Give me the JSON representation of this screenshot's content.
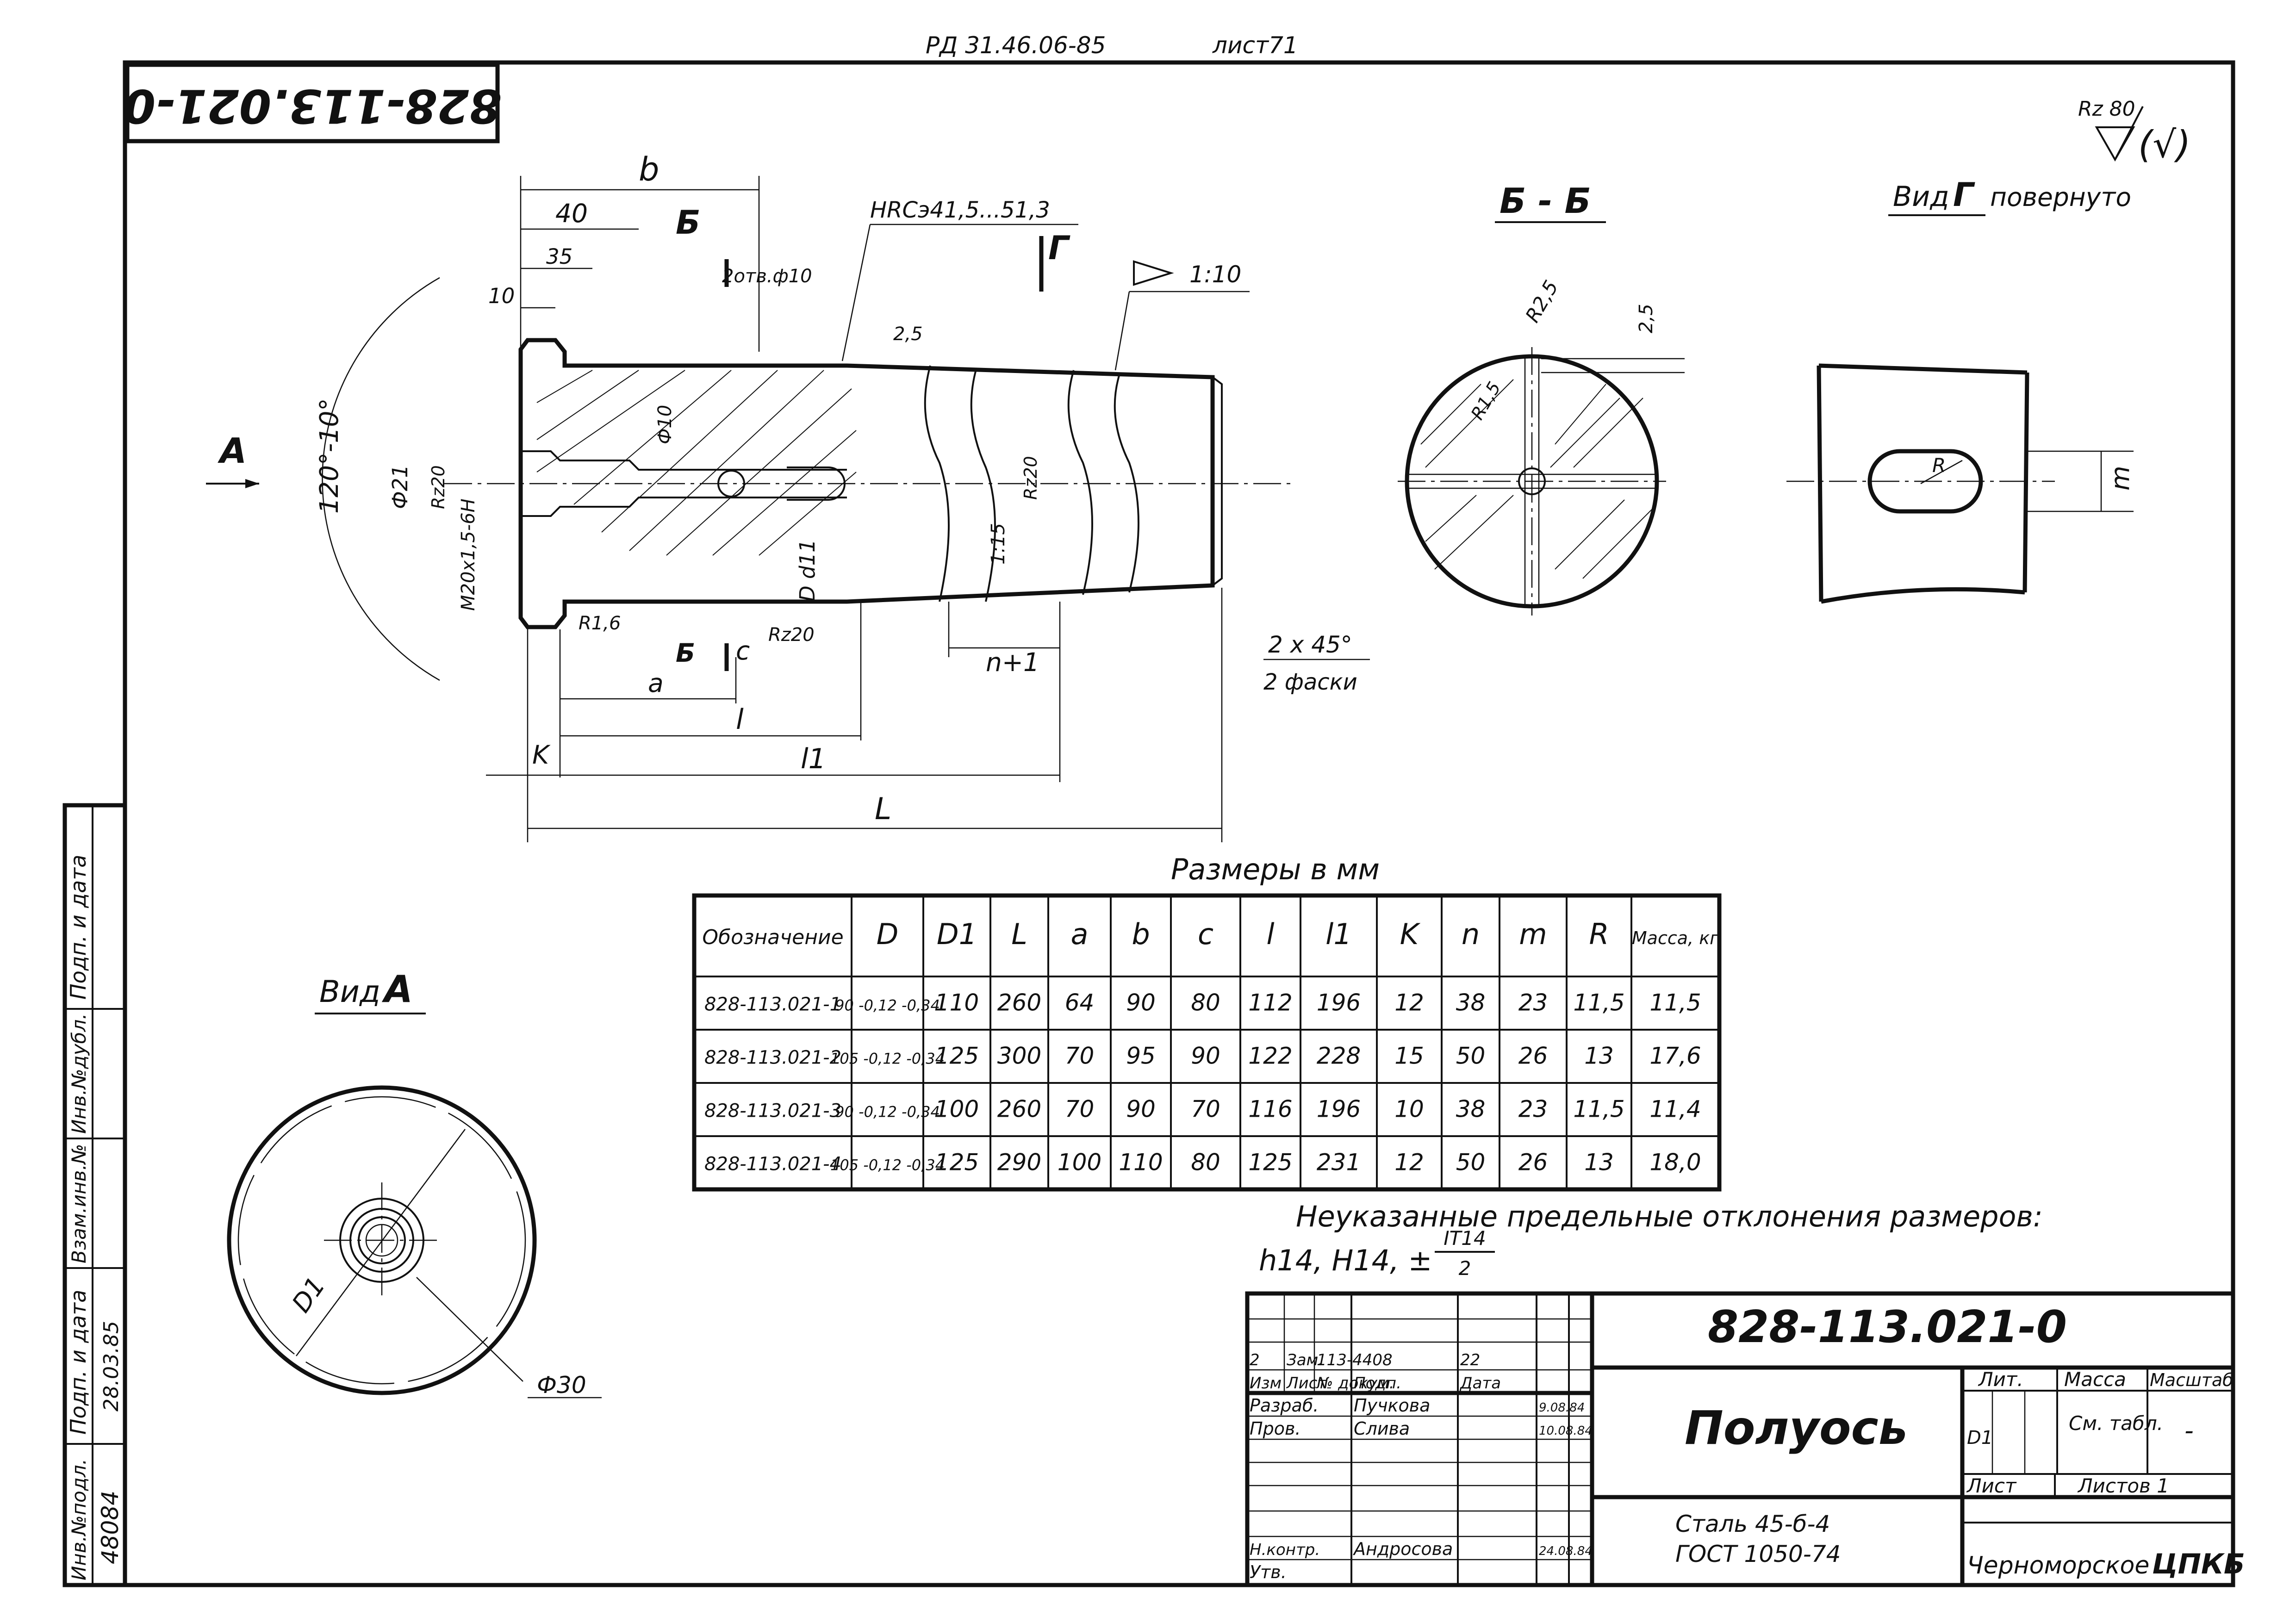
{
  "header": {
    "doc_ref": "РД 31.46.06-85",
    "sheet_ref": "лист71",
    "stamp_code": "828-113.021-0"
  },
  "surface_mark": {
    "roughness": "Rz 80",
    "paren": "(√)"
  },
  "views": {
    "section_title": "Б - Б",
    "view_g_title": "Вид",
    "view_g_letter": "Г",
    "view_g_suffix": "повернуто",
    "view_a_title": "Вид",
    "view_a_letter": "А",
    "arrow_a": "А",
    "arrow_g": "Г",
    "cut_letter_top": "Б",
    "cut_letter_bottom": "Б"
  },
  "annotations": {
    "hardness": "HRCэ41,5...51,3",
    "taper": "1:10",
    "holes": "2отв.ф10",
    "angle": "120°-10°",
    "d21": "Ф21",
    "rz20_a": "Rz20",
    "thread": "M20x1,5-6H",
    "phi10": "Ф10",
    "r16": "R1,6",
    "rz20_b": "Rz20",
    "rz20_c": "Rz20",
    "slope": "1:15",
    "rough_25": "2,5",
    "d_d11": "D d11",
    "chamfer": "2 x 45°",
    "chamfer_note": "2 фаски",
    "n_tol": "n+1",
    "r25": "R2,5",
    "r15": "R1,5",
    "dim_25": "2,5",
    "view_r": "R",
    "view_m": "m",
    "phi30": "Ф30",
    "d1": "D1"
  },
  "dimensions": {
    "b": "b",
    "d40": "40",
    "d35": "35",
    "d10": "10",
    "a": "a",
    "c": "c",
    "l": "l",
    "l1": "l1",
    "K": "K",
    "L": "L"
  },
  "table": {
    "caption": "Размеры в мм",
    "headers": [
      "Обозначение",
      "D",
      "D1",
      "L",
      "a",
      "b",
      "c",
      "l",
      "l1",
      "K",
      "n",
      "m",
      "R",
      "Масса, кг"
    ],
    "rows": [
      [
        "828-113.021-1",
        "90 -0,12 -0,34",
        "110",
        "260",
        "64",
        "90",
        "80",
        "112",
        "196",
        "12",
        "38",
        "23",
        "11,5",
        "11,5"
      ],
      [
        "828-113.021-2",
        "105 -0,12 -0,34",
        "125",
        "300",
        "70",
        "95",
        "90",
        "122",
        "228",
        "15",
        "50",
        "26",
        "13",
        "17,6"
      ],
      [
        "828-113.021-3",
        "90 -0,12 -0,34",
        "100",
        "260",
        "70",
        "90",
        "70",
        "116",
        "196",
        "10",
        "38",
        "23",
        "11,5",
        "11,4"
      ],
      [
        "828-113.021-4",
        "105 -0,12 -0,34",
        "125",
        "290",
        "100",
        "110",
        "80",
        "125",
        "231",
        "12",
        "50",
        "26",
        "13",
        "18,0"
      ]
    ]
  },
  "note": {
    "line1": "Неуказанные предельные отклонения размеров:",
    "line2": "h14, H14, ±",
    "frac_num": "IT14",
    "frac_den": "2"
  },
  "title_block": {
    "designation": "828-113.021-0",
    "name": "Полуось",
    "material_1": "Сталь 45-б-4",
    "material_2": "ГОСТ 1050-74",
    "org": "Черноморское",
    "org_bold": "ЦПКБ",
    "lit_label": "Лит.",
    "mass_label": "Масса",
    "scale_label": "Масштаб",
    "lit_value": "D1",
    "mass_value": "См. табл.",
    "scale_value": "-",
    "sheet_label": "Лист",
    "sheets_label": "Листов 1",
    "rev_row": [
      "2",
      "Зам.",
      "113-4408",
      "",
      "22"
    ],
    "col_headers": [
      "Изм",
      "Лист",
      "№ докум.",
      "Подп.",
      "Дата"
    ],
    "razrab_label": "Разраб.",
    "razrab_name": "Пучкова",
    "razrab_date": "9.08.84",
    "prov_label": "Пров.",
    "prov_name": "Слива",
    "prov_date": "10.08.84",
    "nkontr_label": "Н.контр.",
    "nkontr_name": "Андросова",
    "nkontr_date": "24.08.84",
    "utv_label": "Утв."
  },
  "side_stamps": {
    "podp_data_top": "Подп. и дата",
    "inv_dubl": "Инв.№дубл.",
    "vzam": "Взам.инв.№",
    "podp_data": "Подп. и дата",
    "podp_data_value": "28.03.85",
    "inv_podl": "Инв.№подл.",
    "inv_podl_value": "48084"
  }
}
